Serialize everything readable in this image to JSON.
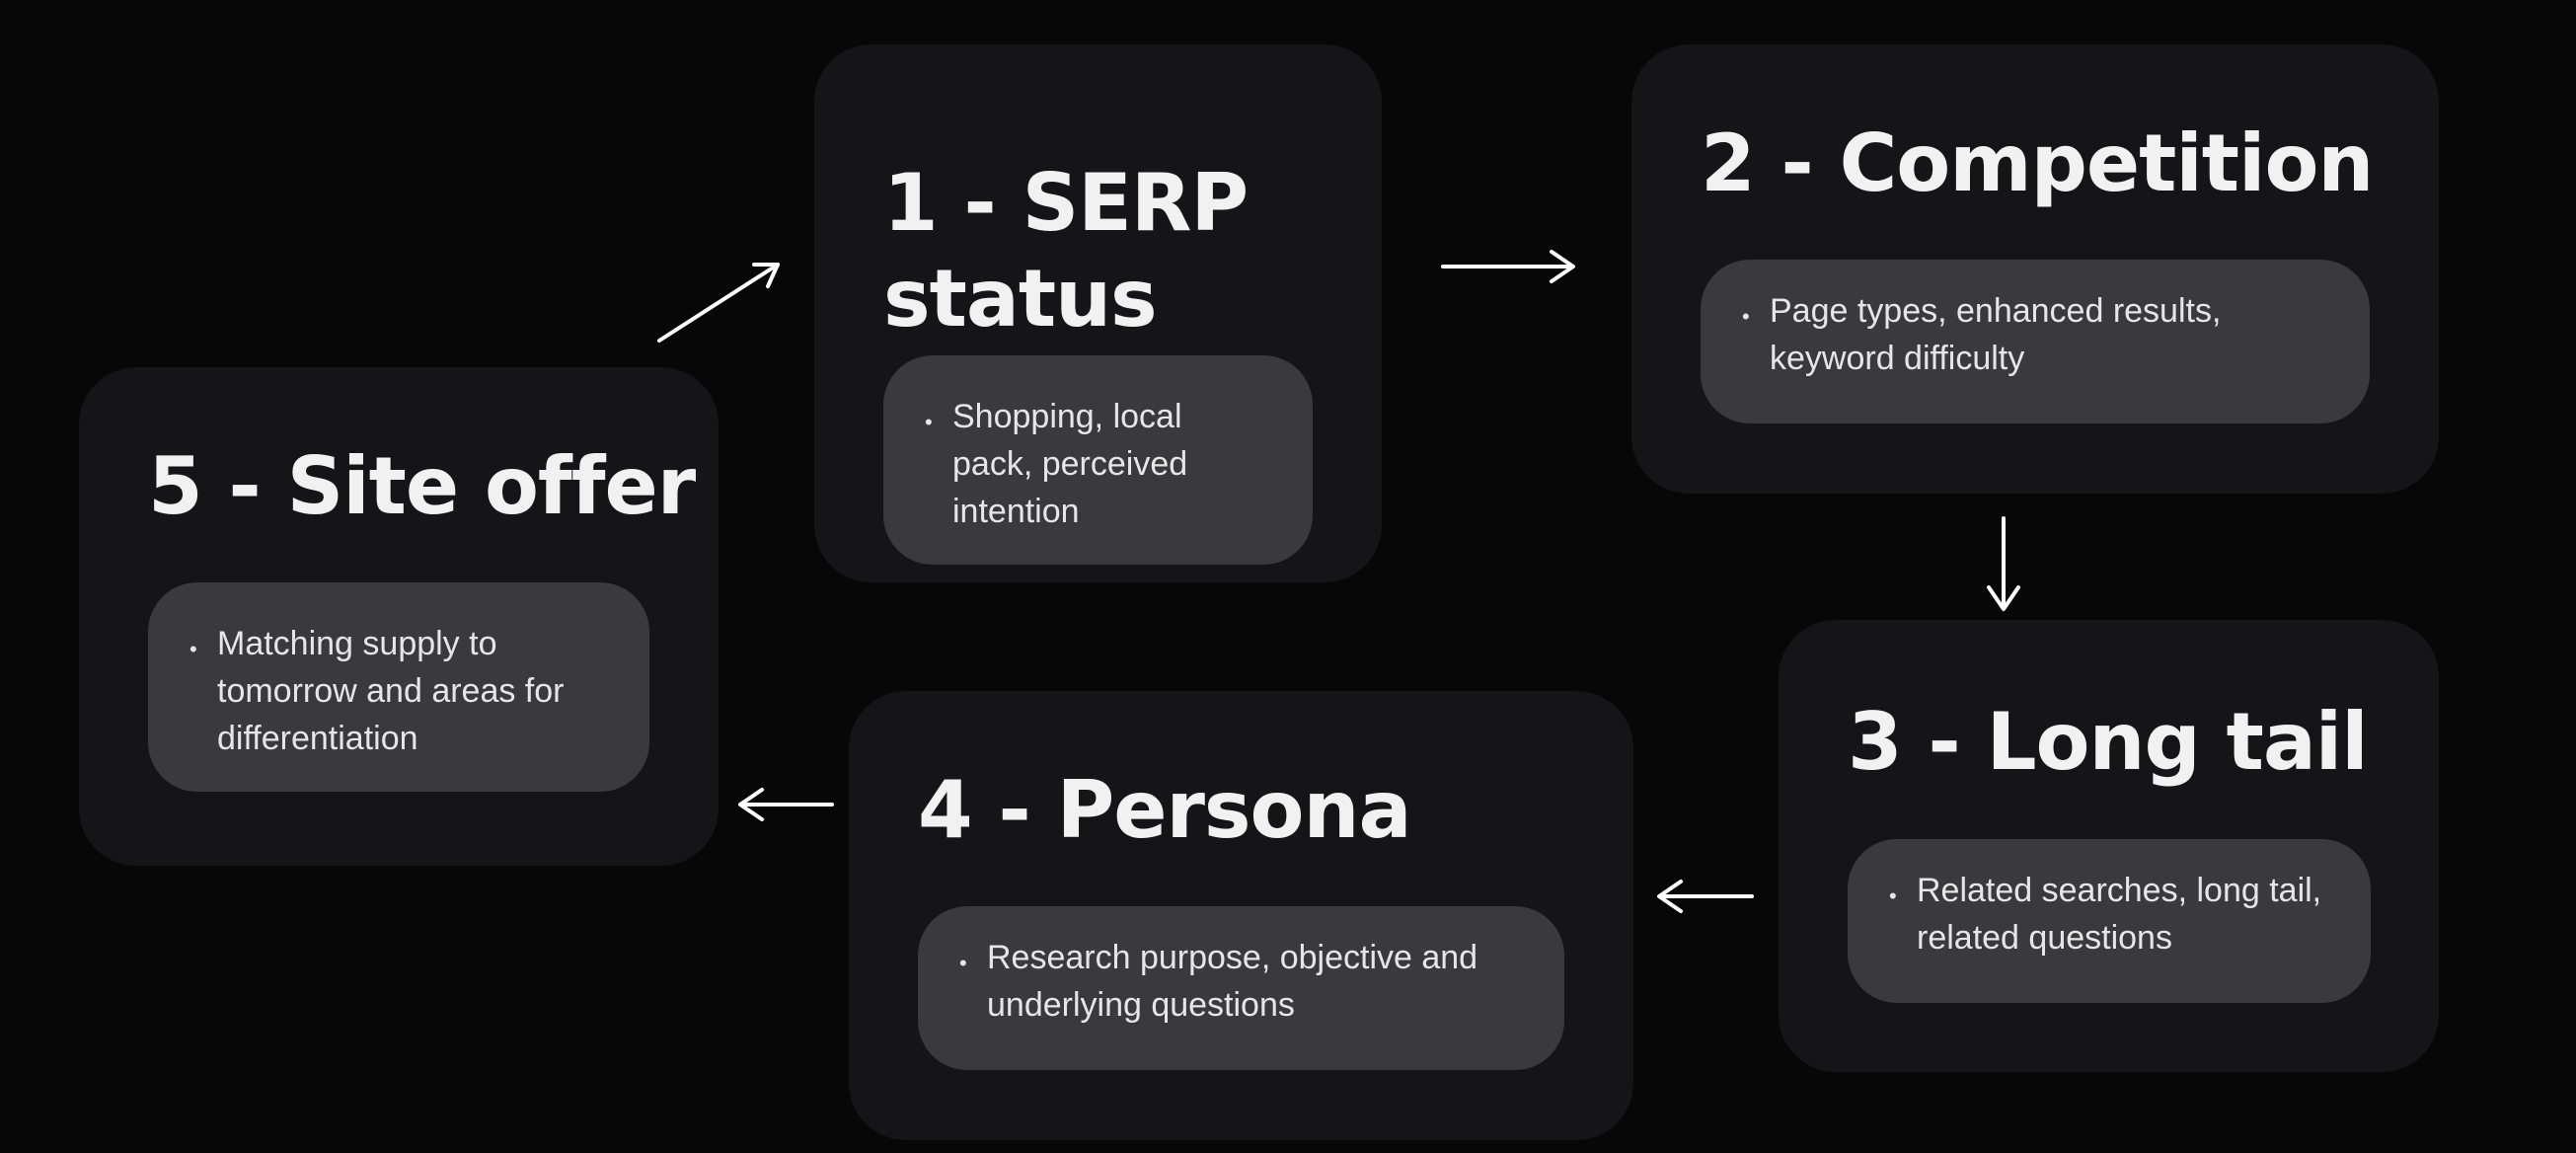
{
  "steps": [
    {
      "title_line1": "1 - SERP",
      "title_line2": "status",
      "body": [
        "Shopping, local",
        "pack, perceived",
        "intention"
      ]
    },
    {
      "title": "2 - Competition",
      "body": [
        "Page types, enhanced results,",
        "keyword difficulty"
      ]
    },
    {
      "title": "3 - Long tail",
      "body": [
        "Related searches, long tail,",
        "related questions"
      ]
    },
    {
      "title": "4 - Persona",
      "body": [
        "Research purpose, objective and",
        "underlying questions"
      ]
    },
    {
      "title": "5 - Site offer",
      "body": [
        "Matching supply to",
        "tomorrow and areas for",
        "differentiation"
      ]
    }
  ],
  "bullet_glyph": "•",
  "colors": {
    "background": "#070707",
    "card": "#151517",
    "inner_box": "#3a3a3c",
    "text": "#f1f1f1",
    "arrow": "#ffffff"
  }
}
